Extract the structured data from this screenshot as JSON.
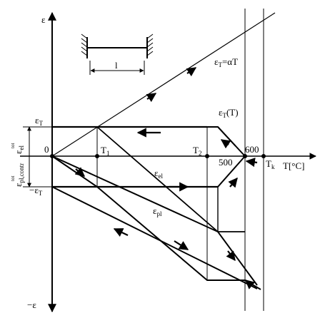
{
  "labels": {
    "eps_axis": "ε",
    "neg_eps_axis": "−ε",
    "temp_axis": "T[°C]",
    "origin": "0",
    "t1": "T",
    "t1_sub": "1",
    "t2": "T",
    "t2_sub": "2",
    "tk": "T",
    "tk_sub": "k",
    "val_500": "500",
    "val_600": "600",
    "eps_t_pos": "ε",
    "eps_t_pos_sub": "T",
    "eps_t_neg": "−ε",
    "eps_t_neg_sub": "T",
    "eps_t_alpha": "ε",
    "eps_t_alpha_sub": "T",
    "eps_t_alpha_rest": "=αT",
    "eps_t_func": "ε",
    "eps_t_func_sub": "T",
    "eps_t_func_rest": "(T)",
    "eps_el": "ε",
    "eps_el_sub": "el",
    "eps_pl": "ε",
    "eps_pl_sub": "pl",
    "left_el": "ε",
    "left_el_sub": "el",
    "left_el_sup": "tot",
    "left_pl": "ε",
    "left_pl_sub": "pl,contr",
    "left_pl_sup": "tot",
    "beam_length": "l"
  }
}
